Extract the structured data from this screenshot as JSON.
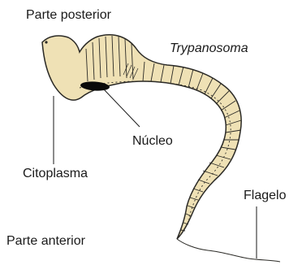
{
  "labels": {
    "back_end": "Parte posterior",
    "organism": "Trypanosoma",
    "nucleus": "Núcleo",
    "cytoplasm": "Citoplasma",
    "flagellum": "Flagelo",
    "front_end": "Parte anterior"
  },
  "colors": {
    "body_fill": "#efe1b5",
    "outline": "#2b2a26",
    "nucleus": "#0a0a0a",
    "background": "#ffffff"
  }
}
